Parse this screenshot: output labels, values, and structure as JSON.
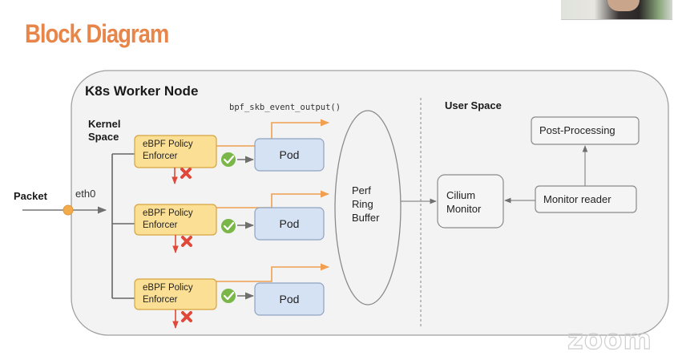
{
  "slide": {
    "title": "Block Diagram",
    "title_color": "#e8864a"
  },
  "webcam": {
    "label": "participant-video-thumbnail"
  },
  "diagram": {
    "node_title": "K8s Worker Node",
    "kernel_space_label": [
      "Kernel",
      "Space"
    ],
    "user_space_label": "User Space",
    "packet_label": "Packet",
    "interface_label": "eth0",
    "function_label": "bpf_skb_event_output()",
    "enforcers": [
      {
        "line1": "eBPF Policy",
        "line2": "Enforcer",
        "pod": "Pod",
        "verdict_allow": "allow",
        "verdict_drop": "drop"
      },
      {
        "line1": "eBPF Policy",
        "line2": "Enforcer",
        "pod": "Pod",
        "verdict_allow": "allow",
        "verdict_drop": "drop"
      },
      {
        "line1": "eBPF Policy",
        "line2": "Enforcer",
        "pod": "Pod",
        "verdict_allow": "allow",
        "verdict_drop": "drop"
      }
    ],
    "ring_buffer": [
      "Perf",
      "Ring",
      "Buffer"
    ],
    "cilium_monitor": [
      "Cilium",
      "Monitor"
    ],
    "monitor_reader": "Monitor reader",
    "post_processing": "Post-Processing",
    "colors": {
      "enforcer_fill": "#fbdf94",
      "enforcer_border": "#d6a440",
      "pod_fill": "#d5e2f4",
      "pod_border": "#8fa2c0",
      "event_arrow": "#f0a050",
      "drop_arrow": "#e0483a",
      "allow_check": "#7ab648",
      "frame_fill": "#f3f3f3",
      "frame_border": "#a0a0a0"
    }
  },
  "watermark": "zoom"
}
